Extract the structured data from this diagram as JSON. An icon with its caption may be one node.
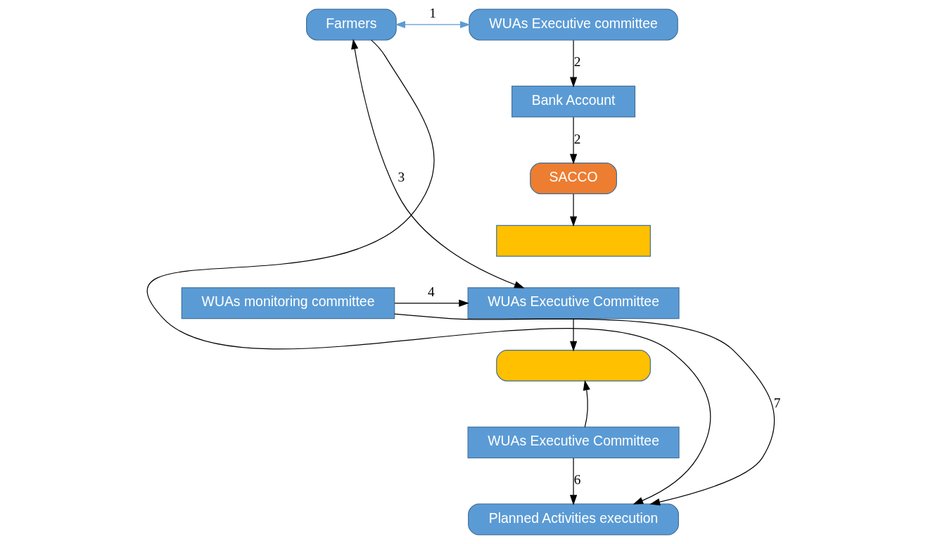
{
  "diagram": {
    "nodes": [
      {
        "text": [
          "Farmers"
        ]
      },
      {
        "text": [
          "WUAs Executive committee"
        ]
      },
      {
        "text": [
          "Bank Account"
        ]
      },
      {
        "text": [
          "SACCO"
        ]
      },
      {
        "text": [],
        "shape": "box"
      },
      {
        "text": [
          "WUAs Executive Committee"
        ]
      },
      {
        "text": [
          "WUAs monitoring committee"
        ]
      },
      {
        "text": [],
        "shape": "box"
      },
      {
        "text": [
          "WUAs Executive Committee"
        ]
      },
      {
        "text": [
          "Planned Activities execution"
        ]
      }
    ],
    "edges": [
      {
        "from": 0,
        "to": 1,
        "arrow": "both",
        "label": "1",
        "color": "#5b9bd5"
      },
      {
        "from": 1,
        "to": 2,
        "arrow": "to",
        "label": "2"
      },
      {
        "from": 2,
        "to": 3,
        "arrow": "to",
        "label": "2"
      },
      {
        "from": 3,
        "to": 4,
        "arrow": "to"
      },
      {
        "from": 0,
        "to": 5,
        "arrow": "both",
        "label": "3"
      },
      {
        "from": 6,
        "to": 5,
        "arrow": "to",
        "label": "4"
      },
      {
        "from": 5,
        "to": 7,
        "arrow": "to"
      },
      {
        "from": 8,
        "to": 7,
        "arrow": "to"
      },
      {
        "from": 8,
        "to": 9,
        "arrow": "to",
        "label": "6"
      },
      {
        "from": 6,
        "to": 9,
        "arrow": "to",
        "label": "7"
      },
      {
        "from": 0,
        "to": 9,
        "arrow": "to"
      }
    ]
  }
}
